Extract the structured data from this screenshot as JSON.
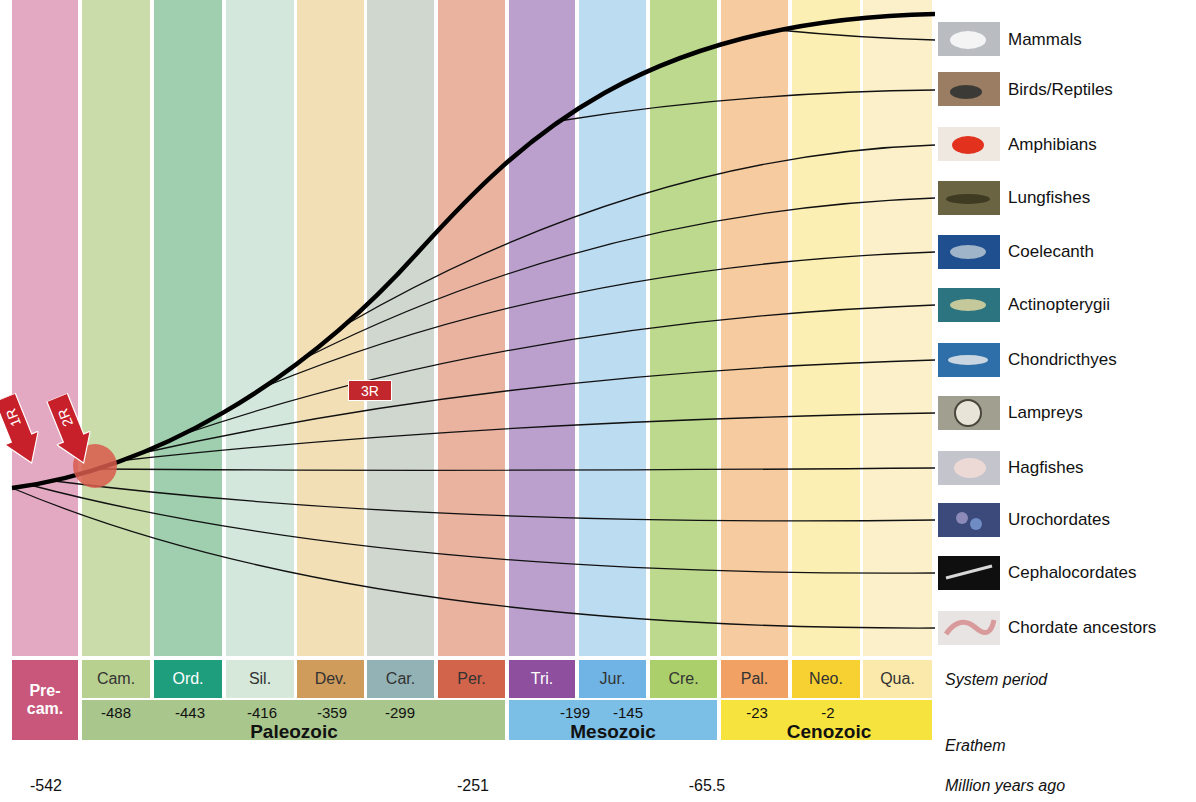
{
  "diagram": {
    "nodes": [
      {
        "text": [
          "Pre-cam."
        ]
      },
      {
        "text": [
          "Cam."
        ]
      },
      {
        "text": [
          "Ord."
        ]
      },
      {
        "text": [
          "Sil."
        ]
      },
      {
        "text": [
          "Dev."
        ]
      },
      {
        "text": [
          "Car."
        ]
      },
      {
        "text": [
          "Per."
        ]
      },
      {
        "text": [
          "Tri."
        ]
      },
      {
        "text": [
          "Jur."
        ]
      },
      {
        "text": [
          "Cre."
        ]
      },
      {
        "text": [
          "Pal."
        ]
      },
      {
        "text": [
          "Neo."
        ]
      },
      {
        "text": [
          "Qua."
        ]
      },
      {
        "text": [
          "-488",
          "-443",
          "-416",
          "-359",
          "-299",
          "Paleozoic"
        ]
      },
      {
        "text": [
          "-199",
          "-145",
          "Mesozoic"
        ]
      },
      {
        "text": [
          "-23",
          "-2",
          "Cenozoic"
        ]
      },
      {
        "text": [
          "1R"
        ]
      },
      {
        "text": [
          "2R"
        ]
      },
      {
        "text": [
          "3R"
        ]
      }
    ],
    "labels": [
      "Mammals",
      "Birds/Reptiles",
      "Amphibians",
      "Lungfishes",
      "Coelecanth",
      "Actinopterygii",
      "Chondricthyes",
      "Lampreys",
      "Hagfishes",
      "Urochordates",
      "Cephalocordates",
      "Chordate ancestors",
      "System period",
      "Erathem",
      "Million years ago",
      "-542",
      "-251",
      "-65.5"
    ]
  }
}
